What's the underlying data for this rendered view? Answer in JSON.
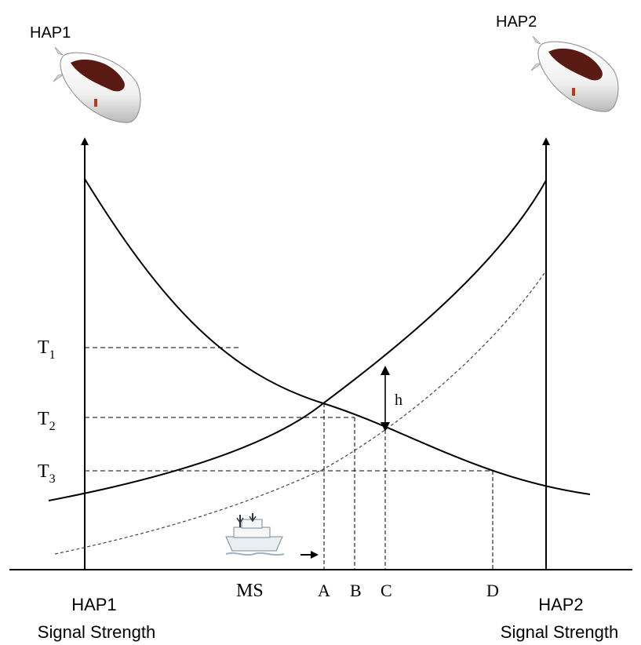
{
  "hap_labels": {
    "left": "HAP1",
    "right": "HAP2"
  },
  "axis_labels": {
    "left_line1": "HAP1",
    "left_line2": "Signal Strength",
    "right_line1": "HAP2",
    "right_line2": "Signal Strength"
  },
  "thresholds": [
    {
      "letter": "T",
      "sub": "1"
    },
    {
      "letter": "T",
      "sub": "2"
    },
    {
      "letter": "T",
      "sub": "3"
    }
  ],
  "points": {
    "ms": "MS",
    "a": "A",
    "b": "B",
    "c": "C",
    "d": "D"
  },
  "hysteresis_label": "h",
  "icons": {
    "hap1": "airship-icon",
    "hap2": "airship-icon",
    "mobile_station": "ship-icon"
  },
  "colors": {
    "line": "#000000",
    "airship_body": "#f2f2f2",
    "airship_window": "#5a1a14",
    "ship": "#cfd8e0"
  }
}
